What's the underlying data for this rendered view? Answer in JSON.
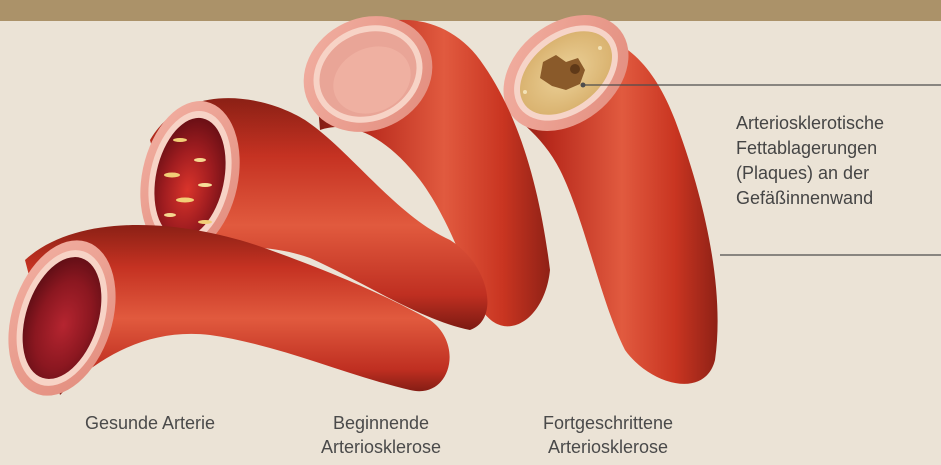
{
  "callout": {
    "lines": [
      "Arteriosklerotische",
      "Fettablagerungen",
      "(Plaques) an der",
      "Gefäßinnenwand"
    ]
  },
  "captions": {
    "healthy": [
      "Gesunde Arterie"
    ],
    "early": [
      "Beginnende",
      "Arteriosklerose"
    ],
    "advanced": [
      "Fortgeschrittene",
      "Arteriosklerose"
    ]
  },
  "colors": {
    "band": "#ab9269",
    "background": "#ebe3d6",
    "vessel_dark": "#8b1e12",
    "vessel_mid": "#c62f1f",
    "vessel_light": "#e25a3e",
    "lumen_dark": "#7b1218",
    "wall_outer": "#efa698",
    "wall_inner": "#f7d3c6",
    "plaque": "#e4c27a"
  }
}
